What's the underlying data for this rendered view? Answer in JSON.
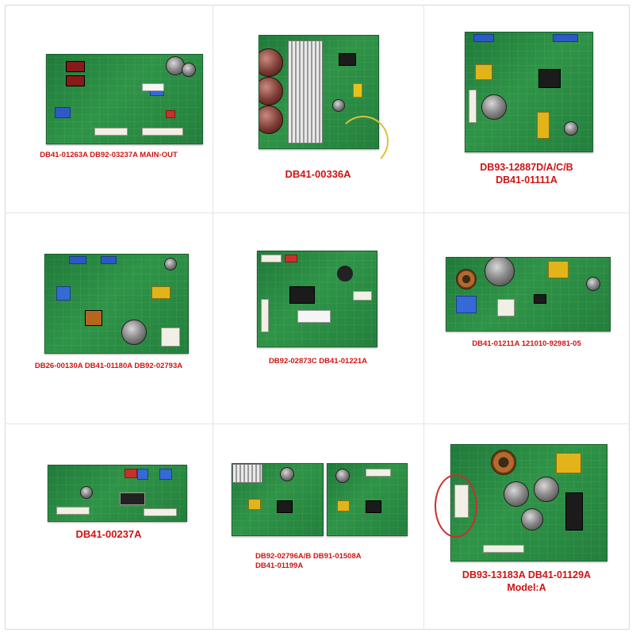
{
  "products": [
    {
      "id_lines": [
        "DB41-01263A DB92-03237A MAIN-OUT"
      ]
    },
    {
      "id_lines": [
        "DB41-00336A"
      ]
    },
    {
      "id_lines": [
        "DB93-12887D/A/C/B",
        "DB41-01111A"
      ]
    },
    {
      "id_lines": [
        "DB26-00130A DB41-01180A DB92-02793A"
      ]
    },
    {
      "id_lines": [
        "DB92-02873C DB41-01221A"
      ]
    },
    {
      "id_lines": [
        "DB41-01211A 121010-92981-05"
      ]
    },
    {
      "id_lines": [
        "DB41-00237A"
      ]
    },
    {
      "id_lines": [
        "DB92-02796A/B DB91-01508A",
        "DB41-01199A"
      ]
    },
    {
      "id_lines": [
        "DB93-13183A DB41-01129A",
        "Model:A"
      ]
    }
  ],
  "colors": {
    "caption": "#d01414",
    "pcb": "#2f9447",
    "highlight_circle": "#c9302c"
  }
}
